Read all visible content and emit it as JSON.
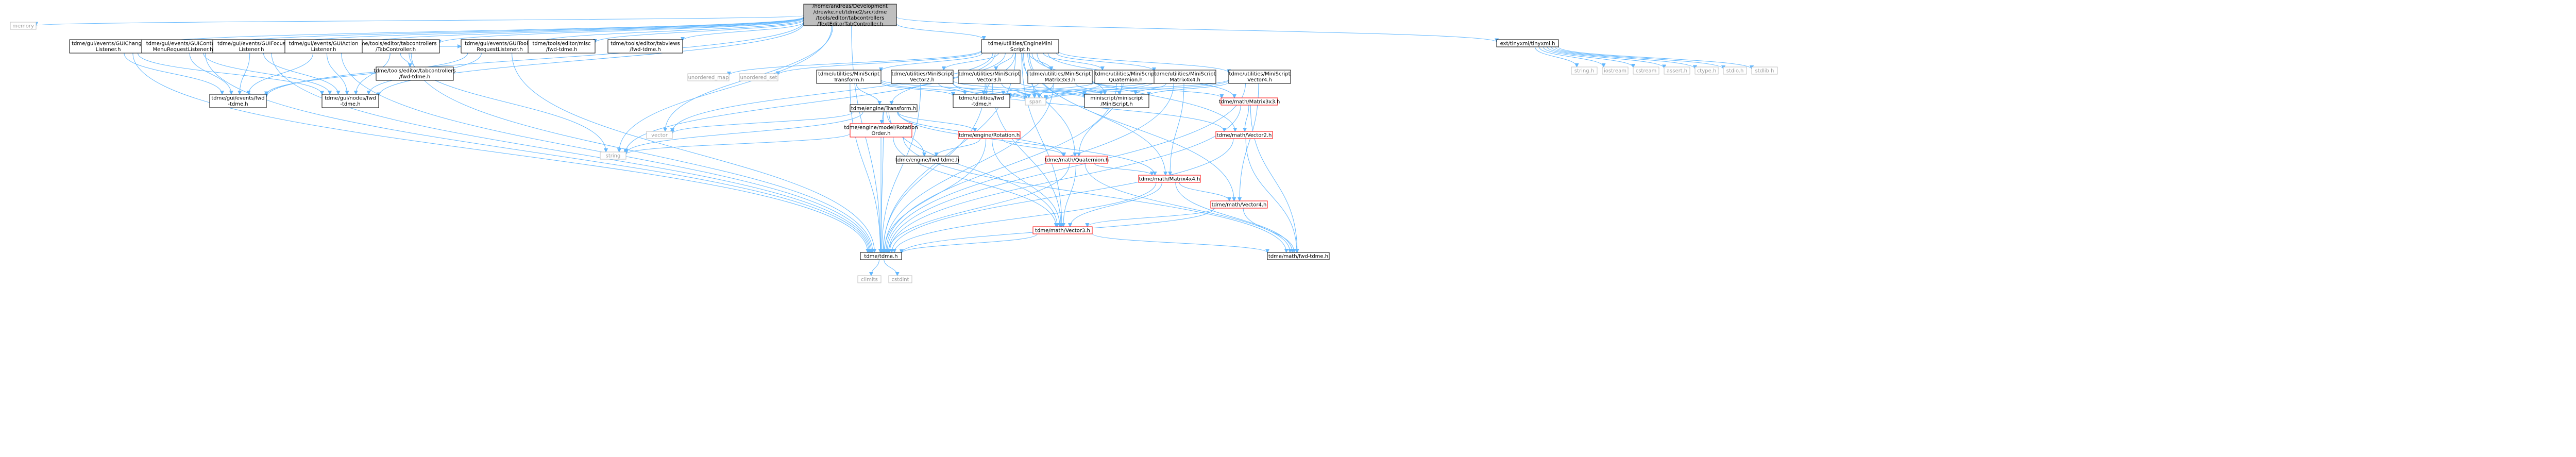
{
  "diagram": {
    "type": "include-dependency-graph",
    "colors": {
      "root_fill": "#bfbfbf",
      "node_fill": "#ffffff",
      "node_border": "#000000",
      "missing_border": "#bfbfbf",
      "missing_text": "#9a9a9a",
      "red_border": "#ff0000",
      "edge": "#63b8ff"
    },
    "nodes": [
      {
        "id": "root",
        "lines": [
          "/home/andreas/Development",
          "/drewke.net/tdme2/src/tdme",
          "/tools/editor/tabcontrollers",
          "/TextEditorTabController.h"
        ],
        "style": "root"
      },
      {
        "id": "memory",
        "lines": [
          "memory"
        ],
        "style": "missing"
      },
      {
        "id": "gui_change",
        "lines": [
          "tdme/gui/events/GUIChange",
          "Listener.h"
        ],
        "style": "normal"
      },
      {
        "id": "gui_context",
        "lines": [
          "tdme/gui/events/GUIContext",
          "MenuRequestListener.h"
        ],
        "style": "normal"
      },
      {
        "id": "gui_focus",
        "lines": [
          "tdme/gui/events/GUIFocus",
          "Listener.h"
        ],
        "style": "normal"
      },
      {
        "id": "tab_ctrl",
        "lines": [
          "tdme/tools/editor/tabcontrollers",
          "/TabController.h"
        ],
        "style": "normal"
      },
      {
        "id": "gui_action",
        "lines": [
          "tdme/gui/events/GUIAction",
          "Listener.h"
        ],
        "style": "normal"
      },
      {
        "id": "tabctrl_fwd",
        "lines": [
          "tdme/tools/editor/tabcontrollers",
          "/fwd-tdme.h"
        ],
        "style": "normal"
      },
      {
        "id": "gui_tooltip",
        "lines": [
          "tdme/gui/events/GUITooltip",
          "RequestListener.h"
        ],
        "style": "normal"
      },
      {
        "id": "misc_fwd",
        "lines": [
          "tdme/tools/editor/misc",
          "/fwd-tdme.h"
        ],
        "style": "normal"
      },
      {
        "id": "tabviews_fwd",
        "lines": [
          "tdme/tools/editor/tabviews",
          "/fwd-tdme.h"
        ],
        "style": "normal"
      },
      {
        "id": "engine_minit",
        "lines": [
          "tdme/utilities/EngineMini",
          "Script.h"
        ],
        "style": "normal"
      },
      {
        "id": "tinyxml",
        "lines": [
          "ext/tinyxml/tinyxml.h"
        ],
        "style": "normal"
      },
      {
        "id": "string_h",
        "lines": [
          "string.h"
        ],
        "style": "missing"
      },
      {
        "id": "iostream",
        "lines": [
          "iostream"
        ],
        "style": "missing"
      },
      {
        "id": "cstream",
        "lines": [
          "cstream"
        ],
        "style": "missing"
      },
      {
        "id": "assert_h",
        "lines": [
          "assert.h"
        ],
        "style": "missing"
      },
      {
        "id": "ctype_h",
        "lines": [
          "ctype.h"
        ],
        "style": "missing"
      },
      {
        "id": "stdio_h",
        "lines": [
          "stdio.h"
        ],
        "style": "missing"
      },
      {
        "id": "stdlib_h",
        "lines": [
          "stdlib.h"
        ],
        "style": "missing"
      },
      {
        "id": "unordered_map",
        "lines": [
          "unordered_map"
        ],
        "style": "missing"
      },
      {
        "id": "unordered_set",
        "lines": [
          "unordered_set"
        ],
        "style": "missing"
      },
      {
        "id": "ms_transform",
        "lines": [
          "tdme/utilities/MiniScript",
          "Transform.h"
        ],
        "style": "normal"
      },
      {
        "id": "ms_vector2",
        "lines": [
          "tdme/utilities/MiniScript",
          "Vector2.h"
        ],
        "style": "normal"
      },
      {
        "id": "ms_vector3",
        "lines": [
          "tdme/utilities/MiniScript",
          "Vector3.h"
        ],
        "style": "normal"
      },
      {
        "id": "ms_matrix3",
        "lines": [
          "tdme/utilities/MiniScript",
          "Matrix3x3.h"
        ],
        "style": "normal"
      },
      {
        "id": "ms_quat",
        "lines": [
          "tdme/utilities/MiniScript",
          "Quaternion.h"
        ],
        "style": "normal"
      },
      {
        "id": "ms_matrix4",
        "lines": [
          "tdme/utilities/MiniScript",
          "Matrix4x4.h"
        ],
        "style": "normal"
      },
      {
        "id": "ms_vector4",
        "lines": [
          "tdme/utilities/MiniScript",
          "Vector4.h"
        ],
        "style": "normal"
      },
      {
        "id": "events_fwd",
        "lines": [
          "tdme/gui/events/fwd",
          "-tdme.h"
        ],
        "style": "normal"
      },
      {
        "id": "nodes_fwd",
        "lines": [
          "tdme/gui/nodes/fwd",
          "-tdme.h"
        ],
        "style": "normal"
      },
      {
        "id": "engine_transform",
        "lines": [
          "tdme/engine/Transform.h"
        ],
        "style": "normal"
      },
      {
        "id": "utilities_fwd",
        "lines": [
          "tdme/utilities/fwd",
          "-tdme.h"
        ],
        "style": "normal"
      },
      {
        "id": "span",
        "lines": [
          "span"
        ],
        "style": "missing"
      },
      {
        "id": "miniscript",
        "lines": [
          "miniscript/miniscript",
          "/MiniScript.h"
        ],
        "style": "normal"
      },
      {
        "id": "math_matrix3",
        "lines": [
          "tdme/math/Matrix3x3.h"
        ],
        "style": "red"
      },
      {
        "id": "vector",
        "lines": [
          "vector"
        ],
        "style": "missing"
      },
      {
        "id": "rotation_order",
        "lines": [
          "tdme/engine/model/Rotation",
          "Order.h"
        ],
        "style": "red"
      },
      {
        "id": "engine_rotation",
        "lines": [
          "tdme/engine/Rotation.h"
        ],
        "style": "red"
      },
      {
        "id": "math_vector2",
        "lines": [
          "tdme/math/Vector2.h"
        ],
        "style": "red"
      },
      {
        "id": "string",
        "lines": [
          "string"
        ],
        "style": "missing"
      },
      {
        "id": "engine_fwd",
        "lines": [
          "tdme/engine/fwd-tdme.h"
        ],
        "style": "normal"
      },
      {
        "id": "math_quat",
        "lines": [
          "tdme/math/Quaternion.h"
        ],
        "style": "red"
      },
      {
        "id": "math_matrix4",
        "lines": [
          "tdme/math/Matrix4x4.h"
        ],
        "style": "red"
      },
      {
        "id": "math_vector4",
        "lines": [
          "tdme/math/Vector4.h"
        ],
        "style": "red"
      },
      {
        "id": "math_vector3",
        "lines": [
          "tdme/math/Vector3.h"
        ],
        "style": "red"
      },
      {
        "id": "tdme_h",
        "lines": [
          "tdme/tdme.h"
        ],
        "style": "normal"
      },
      {
        "id": "math_fwd",
        "lines": [
          "tdme/math/fwd-tdme.h"
        ],
        "style": "normal"
      },
      {
        "id": "climits",
        "lines": [
          "climits"
        ],
        "style": "missing"
      },
      {
        "id": "cstdint",
        "lines": [
          "cstdint"
        ],
        "style": "missing"
      }
    ],
    "edges": [
      [
        "root",
        "memory"
      ],
      [
        "root",
        "gui_change"
      ],
      [
        "root",
        "gui_context"
      ],
      [
        "root",
        "gui_focus"
      ],
      [
        "root",
        "tab_ctrl"
      ],
      [
        "root",
        "gui_action"
      ],
      [
        "root",
        "gui_tooltip"
      ],
      [
        "root",
        "misc_fwd"
      ],
      [
        "root",
        "tabviews_fwd"
      ],
      [
        "root",
        "engine_minit"
      ],
      [
        "root",
        "tinyxml"
      ],
      [
        "root",
        "tdme_h"
      ],
      [
        "root",
        "events_fwd"
      ],
      [
        "root",
        "nodes_fwd"
      ],
      [
        "root",
        "string"
      ],
      [
        "root",
        "vector"
      ],
      [
        "gui_change",
        "events_fwd"
      ],
      [
        "gui_change",
        "nodes_fwd"
      ],
      [
        "gui_change",
        "tdme_h"
      ],
      [
        "gui_context",
        "events_fwd"
      ],
      [
        "gui_context",
        "nodes_fwd"
      ],
      [
        "gui_context",
        "tdme_h"
      ],
      [
        "gui_focus",
        "events_fwd"
      ],
      [
        "gui_focus",
        "nodes_fwd"
      ],
      [
        "gui_focus",
        "tdme_h"
      ],
      [
        "tab_ctrl",
        "gui_change"
      ],
      [
        "tab_ctrl",
        "gui_context"
      ],
      [
        "tab_ctrl",
        "gui_focus"
      ],
      [
        "tab_ctrl",
        "gui_action"
      ],
      [
        "tab_ctrl",
        "tabctrl_fwd"
      ],
      [
        "tab_ctrl",
        "gui_tooltip"
      ],
      [
        "tab_ctrl",
        "nodes_fwd"
      ],
      [
        "tab_ctrl",
        "string"
      ],
      [
        "tab_ctrl",
        "tdme_h"
      ],
      [
        "gui_action",
        "events_fwd"
      ],
      [
        "gui_action",
        "nodes_fwd"
      ],
      [
        "gui_action",
        "tdme_h"
      ],
      [
        "gui_tooltip",
        "events_fwd"
      ],
      [
        "gui_tooltip",
        "nodes_fwd"
      ],
      [
        "gui_tooltip",
        "tdme_h"
      ],
      [
        "engine_minit",
        "unordered_map"
      ],
      [
        "engine_minit",
        "unordered_set"
      ],
      [
        "engine_minit",
        "ms_transform"
      ],
      [
        "engine_minit",
        "ms_vector2"
      ],
      [
        "engine_minit",
        "ms_vector3"
      ],
      [
        "engine_minit",
        "ms_matrix3"
      ],
      [
        "engine_minit",
        "ms_quat"
      ],
      [
        "engine_minit",
        "ms_matrix4"
      ],
      [
        "engine_minit",
        "ms_vector4"
      ],
      [
        "engine_minit",
        "utilities_fwd"
      ],
      [
        "engine_minit",
        "span"
      ],
      [
        "engine_minit",
        "miniscript"
      ],
      [
        "engine_minit",
        "string"
      ],
      [
        "engine_minit",
        "vector"
      ],
      [
        "engine_minit",
        "engine_transform"
      ],
      [
        "engine_minit",
        "math_matrix3"
      ],
      [
        "engine_minit",
        "math_vector2"
      ],
      [
        "engine_minit",
        "math_quat"
      ],
      [
        "engine_minit",
        "math_matrix4"
      ],
      [
        "engine_minit",
        "math_vector4"
      ],
      [
        "engine_minit",
        "math_vector3"
      ],
      [
        "engine_minit",
        "tdme_h"
      ],
      [
        "tinyxml",
        "string_h"
      ],
      [
        "tinyxml",
        "iostream"
      ],
      [
        "tinyxml",
        "cstream"
      ],
      [
        "tinyxml",
        "assert_h"
      ],
      [
        "tinyxml",
        "ctype_h"
      ],
      [
        "tinyxml",
        "stdio_h"
      ],
      [
        "tinyxml",
        "stdlib_h"
      ],
      [
        "ms_transform",
        "engine_transform"
      ],
      [
        "ms_transform",
        "utilities_fwd"
      ],
      [
        "ms_transform",
        "span"
      ],
      [
        "ms_transform",
        "miniscript"
      ],
      [
        "ms_transform",
        "tdme_h"
      ],
      [
        "ms_vector2",
        "utilities_fwd"
      ],
      [
        "ms_vector2",
        "span"
      ],
      [
        "ms_vector2",
        "miniscript"
      ],
      [
        "ms_vector2",
        "math_vector2"
      ],
      [
        "ms_vector2",
        "tdme_h"
      ],
      [
        "ms_vector3",
        "utilities_fwd"
      ],
      [
        "ms_vector3",
        "span"
      ],
      [
        "ms_vector3",
        "miniscript"
      ],
      [
        "ms_vector3",
        "math_vector3"
      ],
      [
        "ms_vector3",
        "tdme_h"
      ],
      [
        "ms_matrix3",
        "utilities_fwd"
      ],
      [
        "ms_matrix3",
        "span"
      ],
      [
        "ms_matrix3",
        "miniscript"
      ],
      [
        "ms_matrix3",
        "math_matrix3"
      ],
      [
        "ms_matrix3",
        "tdme_h"
      ],
      [
        "ms_quat",
        "utilities_fwd"
      ],
      [
        "ms_quat",
        "span"
      ],
      [
        "ms_quat",
        "miniscript"
      ],
      [
        "ms_quat",
        "math_quat"
      ],
      [
        "ms_quat",
        "tdme_h"
      ],
      [
        "ms_matrix4",
        "utilities_fwd"
      ],
      [
        "ms_matrix4",
        "span"
      ],
      [
        "ms_matrix4",
        "miniscript"
      ],
      [
        "ms_matrix4",
        "math_matrix4"
      ],
      [
        "ms_matrix4",
        "tdme_h"
      ],
      [
        "ms_vector4",
        "utilities_fwd"
      ],
      [
        "ms_vector4",
        "span"
      ],
      [
        "ms_vector4",
        "miniscript"
      ],
      [
        "ms_vector4",
        "math_vector4"
      ],
      [
        "ms_vector4",
        "tdme_h"
      ],
      [
        "engine_transform",
        "rotation_order"
      ],
      [
        "engine_transform",
        "engine_rotation"
      ],
      [
        "engine_transform",
        "vector"
      ],
      [
        "engine_transform",
        "string"
      ],
      [
        "engine_transform",
        "engine_fwd"
      ],
      [
        "engine_transform",
        "math_quat"
      ],
      [
        "engine_transform",
        "math_matrix4"
      ],
      [
        "engine_transform",
        "math_vector3"
      ],
      [
        "engine_transform",
        "tdme_h"
      ],
      [
        "rotation_order",
        "string"
      ],
      [
        "rotation_order",
        "math_vector3"
      ],
      [
        "rotation_order",
        "math_fwd"
      ],
      [
        "rotation_order",
        "tdme_h"
      ],
      [
        "engine_rotation",
        "engine_fwd"
      ],
      [
        "engine_rotation",
        "math_quat"
      ],
      [
        "engine_rotation",
        "math_vector3"
      ],
      [
        "engine_rotation",
        "tdme_h"
      ],
      [
        "math_matrix3",
        "math_vector2"
      ],
      [
        "math_matrix3",
        "math_fwd"
      ],
      [
        "math_matrix3",
        "tdme_h"
      ],
      [
        "math_vector2",
        "math_fwd"
      ],
      [
        "math_vector2",
        "tdme_h"
      ],
      [
        "math_quat",
        "math_matrix4"
      ],
      [
        "math_quat",
        "math_vector3"
      ],
      [
        "math_quat",
        "math_fwd"
      ],
      [
        "math_quat",
        "tdme_h"
      ],
      [
        "math_matrix4",
        "math_vector4"
      ],
      [
        "math_matrix4",
        "math_vector3"
      ],
      [
        "math_matrix4",
        "math_fwd"
      ],
      [
        "math_matrix4",
        "tdme_h"
      ],
      [
        "math_vector4",
        "math_vector3"
      ],
      [
        "math_vector4",
        "math_fwd"
      ],
      [
        "math_vector4",
        "tdme_h"
      ],
      [
        "math_vector3",
        "math_fwd"
      ],
      [
        "math_vector3",
        "tdme_h"
      ],
      [
        "tdme_h",
        "climits"
      ],
      [
        "tdme_h",
        "cstdint"
      ]
    ]
  }
}
